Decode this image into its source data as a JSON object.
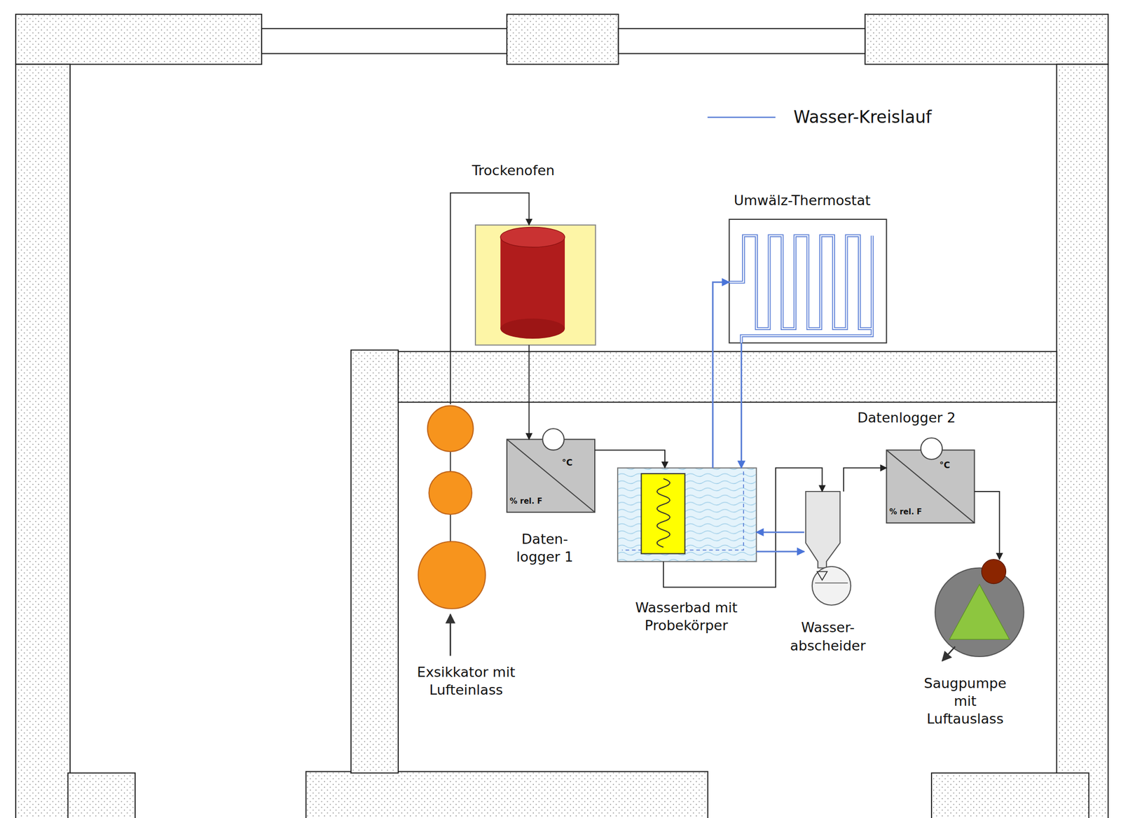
{
  "diagram": {
    "nodes": [
      {
        "text": [
          "Trockenofen"
        ]
      },
      {
        "text": [
          "Umwälz-Thermostat"
        ]
      },
      {
        "text": [
          "Exsikkator mit Lufteinlass"
        ]
      },
      {
        "text": [
          "°C",
          "% rel. F",
          "Daten- logger 1"
        ]
      },
      {
        "text": [
          "Wasserbad mit Probekörper"
        ]
      },
      {
        "text": [
          "Wasser- abscheider"
        ]
      },
      {
        "text": [
          "Datenlogger 2",
          "°C",
          "% rel. F"
        ]
      },
      {
        "text": [
          "Saugpumpe mit Luftauslass"
        ]
      }
    ],
    "edges": [
      {
        "from": 2,
        "to": 0,
        "arrow": "to"
      },
      {
        "from": 0,
        "to": 3,
        "arrow": "to"
      },
      {
        "from": 3,
        "to": 4,
        "arrow": "to"
      },
      {
        "from": 4,
        "to": 5,
        "arrow": "to"
      },
      {
        "from": 5,
        "to": 6,
        "arrow": "to"
      },
      {
        "from": 6,
        "to": 7,
        "arrow": "to"
      },
      {
        "from": 4,
        "to": 1,
        "arrow": "to"
      },
      {
        "from": 1,
        "to": 4,
        "arrow": "to"
      },
      {
        "from": 5,
        "to": 4,
        "arrow": "to"
      },
      {
        "from": 4,
        "to": 5,
        "arrow": "to"
      }
    ],
    "legend": [
      {
        "text": "Wasser-Kreislauf"
      }
    ]
  }
}
